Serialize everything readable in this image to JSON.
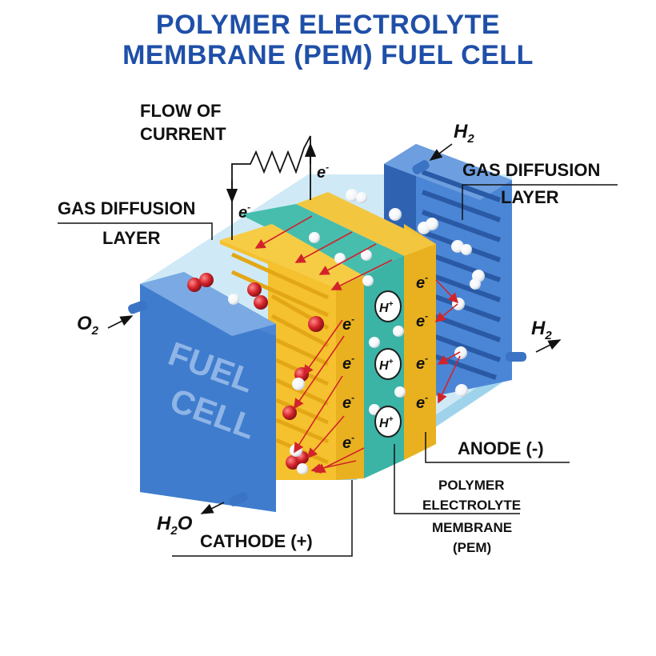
{
  "title": {
    "line1": "POLYMER ELECTROLYTE",
    "line2": "MEMBRANE (PEM) FUEL CELL"
  },
  "labels": {
    "flow_of_current_1": "FLOW OF",
    "flow_of_current_2": "CURRENT",
    "gas_diffusion_left_1": "GAS DIFFUSION",
    "gas_diffusion_left_2": "LAYER",
    "gas_diffusion_right_1": "GAS DIFFUSION",
    "gas_diffusion_right_2": "LAYER",
    "fuel_cell_1": "FUEL",
    "fuel_cell_2": "CELL",
    "anode": "ANODE (-)",
    "cathode": "CATHODE (+)",
    "pem_1": "POLYMER",
    "pem_2": "ELECTROLYTE",
    "pem_3": "MEMBRANE",
    "pem_4": "(PEM)",
    "o2": "O",
    "o2_sub": "2",
    "h2_top": "H",
    "h2_top_sub": "2",
    "h2_right": "H",
    "h2_right_sub": "2",
    "h2o": "H",
    "h2o_sub": "2",
    "h2o_o": "O",
    "electron": "e",
    "electron_sup": "-",
    "proton": "H",
    "proton_sup": "+"
  },
  "colors": {
    "title": "#1f4fa8",
    "plate_blue": "#4b86d6",
    "plate_blue_dark": "#2f63b2",
    "gas_layer_yellow": "#f5c12e",
    "membrane_teal": "#3bb3a5",
    "box_light": "#bfe3f3",
    "oxygen_red": "#d2232a",
    "hydrogen_white": "#ffffff",
    "arrow_red": "#d2232a"
  }
}
